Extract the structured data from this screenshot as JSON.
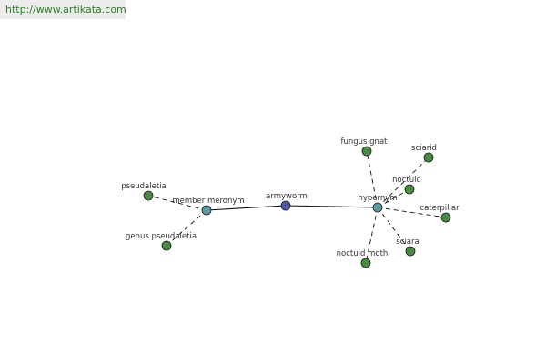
{
  "site": {
    "url": "http://www.artikata.com"
  },
  "colors": {
    "link": "#2f7d25",
    "center_node": "#4a5aa0",
    "relation_node": "#5b9aa3",
    "leaf_node": "#4a8a45",
    "edge": "#111111"
  },
  "graph": {
    "nodes": [
      {
        "id": "armyworm",
        "label": "armyworm",
        "kind": "center"
      },
      {
        "id": "member-meronym",
        "label": "member meronym",
        "kind": "relation"
      },
      {
        "id": "hypernym",
        "label": "hypernym",
        "kind": "relation"
      },
      {
        "id": "pseudaletia",
        "label": "pseudaletia",
        "kind": "leaf"
      },
      {
        "id": "genus-pseudaletia",
        "label": "genus pseudaletia",
        "kind": "leaf"
      },
      {
        "id": "fungus-gnat",
        "label": "fungus gnat",
        "kind": "leaf"
      },
      {
        "id": "sciarid",
        "label": "sciarid",
        "kind": "leaf"
      },
      {
        "id": "noctuid",
        "label": "noctuid",
        "kind": "leaf"
      },
      {
        "id": "caterpillar",
        "label": "caterpillar",
        "kind": "leaf"
      },
      {
        "id": "sciara",
        "label": "sciara",
        "kind": "leaf"
      },
      {
        "id": "noctuid-moth",
        "label": "noctuid moth",
        "kind": "leaf"
      }
    ],
    "edges": [
      {
        "from": "member-meronym",
        "to": "armyworm",
        "style": "solid"
      },
      {
        "from": "armyworm",
        "to": "hypernym",
        "style": "solid"
      },
      {
        "from": "member-meronym",
        "to": "pseudaletia",
        "style": "dashed"
      },
      {
        "from": "member-meronym",
        "to": "genus-pseudaletia",
        "style": "dashed"
      },
      {
        "from": "hypernym",
        "to": "fungus-gnat",
        "style": "dashed"
      },
      {
        "from": "hypernym",
        "to": "sciarid",
        "style": "dashed"
      },
      {
        "from": "hypernym",
        "to": "noctuid",
        "style": "dashed"
      },
      {
        "from": "hypernym",
        "to": "caterpillar",
        "style": "dashed"
      },
      {
        "from": "hypernym",
        "to": "sciara",
        "style": "dashed"
      },
      {
        "from": "hypernym",
        "to": "noctuid-moth",
        "style": "dashed"
      }
    ]
  }
}
